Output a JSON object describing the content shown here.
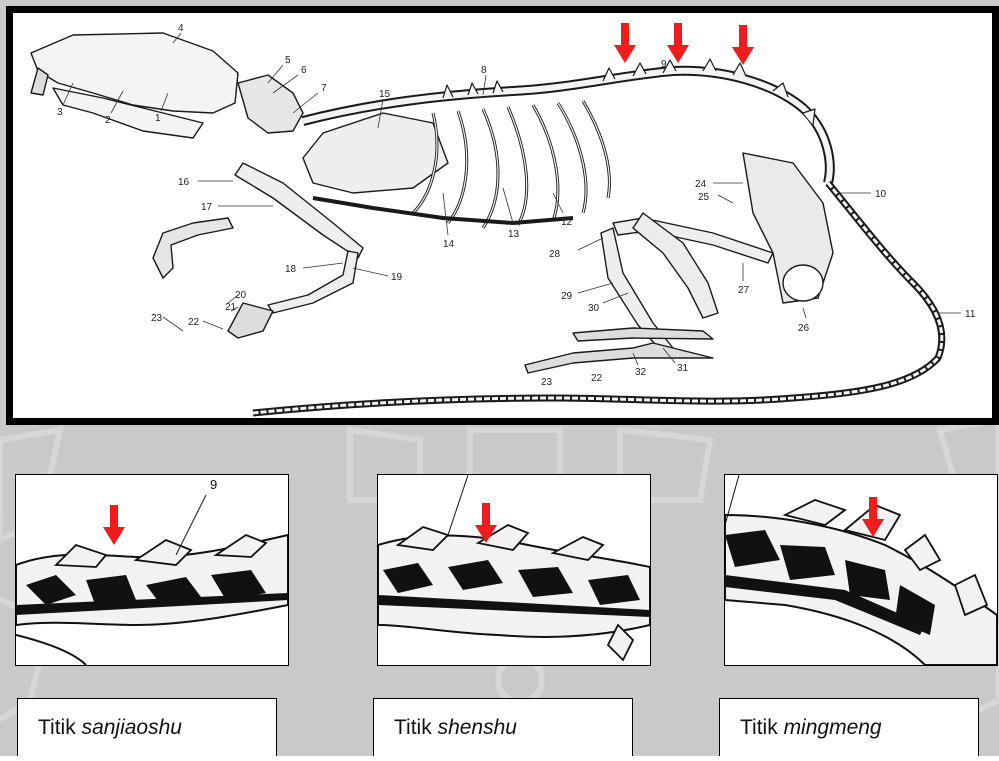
{
  "main_labels": [
    "1",
    "2",
    "3",
    "4",
    "5",
    "6",
    "7",
    "8",
    "9",
    "10",
    "11",
    "12",
    "13",
    "14",
    "15",
    "16",
    "17",
    "18",
    "19",
    "20",
    "21",
    "22",
    "23",
    "24",
    "25",
    "26",
    "27",
    "28",
    "29",
    "30",
    "31",
    "32",
    "22",
    "23"
  ],
  "zoom1_label": "9",
  "captions": [
    {
      "prefix": "Titik",
      "term": "sanjiaoshu"
    },
    {
      "prefix": "Titik",
      "term": "shenshu"
    },
    {
      "prefix": "Titik",
      "term": "mingmeng"
    }
  ],
  "colors": {
    "arrow": "#ee1c1c",
    "background": "#c9c9c9",
    "frame": "#000000"
  }
}
